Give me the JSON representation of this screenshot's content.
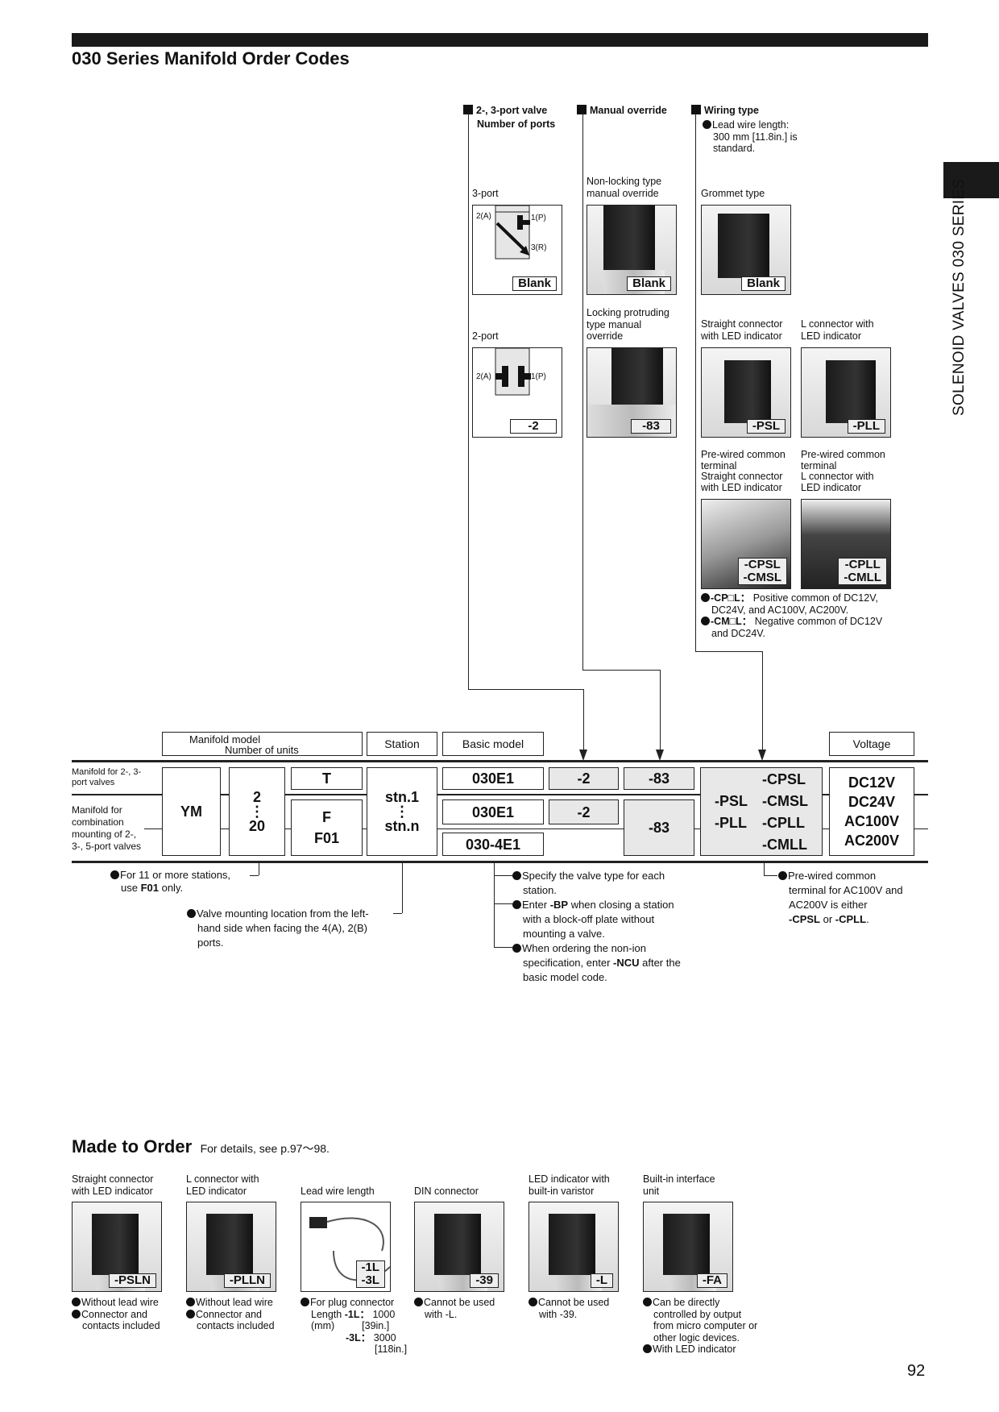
{
  "title": "030 Series Manifold Order Codes",
  "side_tab": "SOLENOID VALVES 030 SERIES",
  "page_number": "92",
  "options": {
    "ports": {
      "heading1": "2-, 3-port valve",
      "heading2": "Number of ports",
      "items": [
        {
          "label": "3-port",
          "code": "Blank",
          "p2": "2(A)",
          "p1": "1(P)",
          "p3": "3(R)"
        },
        {
          "label": "2-port",
          "code": "-2",
          "p2": "2(A)",
          "p1": "1(P)"
        }
      ]
    },
    "override": {
      "heading": "Manual override",
      "items": [
        {
          "label1": "Non-locking type",
          "label2": "manual override",
          "code": "Blank"
        },
        {
          "label1": "Locking protruding",
          "label2": "type manual",
          "label3": "override",
          "code": "-83"
        }
      ]
    },
    "wiring": {
      "heading": "Wiring type",
      "note1": "Lead wire length:",
      "note2": "300 mm [11.8in.] is",
      "note3": "standard.",
      "items": [
        {
          "label1": "Grommet type",
          "code": "Blank"
        },
        {
          "label1": "Straight connector",
          "label2": "with LED indicator",
          "code": "-PSL"
        },
        {
          "label1": "L connector with",
          "label2": "LED indicator",
          "code": "-PLL"
        },
        {
          "label1": "Pre-wired common",
          "label2": "terminal",
          "label3": "Straight connector",
          "label4": "with LED indicator",
          "code1": "-CPSL",
          "code2": "-CMSL"
        },
        {
          "label1": "Pre-wired common",
          "label2": "terminal",
          "label3": "L connector with",
          "label4": "LED indicator",
          "code1": "-CPLL",
          "code2": "-CMLL"
        }
      ],
      "cp_code": "-CP□L：",
      "cp_text1": "Positive common of DC12V,",
      "cp_text2": "DC24V, and AC100V, AC200V.",
      "cm_code": "-CM□L：",
      "cm_text1": "Negative common of DC12V",
      "cm_text2": "and DC24V."
    }
  },
  "order_table": {
    "headers": {
      "manifold_model": "Manifold model",
      "number_of_units": "Number of units",
      "station": "Station",
      "basic_model": "Basic model",
      "voltage": "Voltage"
    },
    "row_labels": {
      "r1a": "Manifold for 2-, 3-",
      "r1b": "port valves",
      "r2a": "Manifold for",
      "r2b": "combination",
      "r2c": "mounting of 2-,",
      "r2d": "3-, 5-port valves"
    },
    "ym": "YM",
    "units": {
      "min": "2",
      "dots": "⋮",
      "max": "20"
    },
    "type_t": "T",
    "type_f": "F",
    "type_f01": "F01",
    "station": {
      "first": "stn.1",
      "dots": "⋮",
      "last": "stn.n"
    },
    "basic": [
      "030E1",
      "030E1",
      "030-4E1"
    ],
    "ports": [
      "-2",
      "-2"
    ],
    "override": [
      "-83",
      "-83"
    ],
    "wiring": {
      "psl": "-PSL",
      "pll": "-PLL",
      "cpsl": "-CPSL",
      "cmsl": "-CMSL",
      "cpll": "-CPLL",
      "cmll": "-CMLL"
    },
    "voltage": [
      "DC12V",
      "DC24V",
      "AC100V",
      "AC200V"
    ]
  },
  "table_notes": {
    "stations": {
      "l1": "For 11 or more stations,",
      "l2a": "use ",
      "l2b": "F01",
      "l2c": " only."
    },
    "mounting": {
      "l1": "Valve mounting location from the left-",
      "l2": "hand side when facing the 4(A), 2(B)",
      "l3": "ports."
    },
    "basic": {
      "a1": "Specify the valve type for each",
      "a2": "station.",
      "b1a": "Enter ",
      "b1b": "-BP",
      "b1c": " when closing a station",
      "b2": "with a block-off plate without",
      "b3": "mounting a valve.",
      "c1": "When ordering the non-ion",
      "c2a": "specification, enter ",
      "c2b": "-NCU",
      "c2c": " after the",
      "c3": "basic model code."
    },
    "voltage": {
      "l1": "Pre-wired common",
      "l2": "terminal for AC100V and",
      "l3": "AC200V is either",
      "l4a": "-CPSL",
      "l4b": " or ",
      "l4c": "-CPLL",
      "l4d": "."
    }
  },
  "made_to_order": {
    "title": "Made to Order",
    "subtitle": "For details, see p.97～98.",
    "items": [
      {
        "l1": "Straight connector",
        "l2": "with LED indicator",
        "code": "-PSLN",
        "n1": "Without lead wire",
        "n2": "Connector and",
        "n3": "contacts included"
      },
      {
        "l1": "L connector with",
        "l2": "LED indicator",
        "code": "-PLLN",
        "n1": "Without lead wire",
        "n2": "Connector and",
        "n3": "contacts included"
      },
      {
        "l2": "Lead wire length",
        "code1": "-1L",
        "code2": "-3L",
        "n1": "For plug connector",
        "len": "Length",
        "c1": "-1L：",
        "v1": "1000",
        "mm": "(mm)",
        "v1b": "[39in.]",
        "c3": "-3L：",
        "v3": "3000",
        "v3b": "[118in.]"
      },
      {
        "l2": "DIN connector",
        "code": "-39",
        "n1": "Cannot be used",
        "n2": "with -L."
      },
      {
        "l1": "LED indicator with",
        "l2": "built-in varistor",
        "code": "-L",
        "n1": "Cannot be used",
        "n2": "with -39."
      },
      {
        "l1": "Built-in interface",
        "l2": "unit",
        "code": "-FA",
        "n1": "Can be directly",
        "n2": "controlled by output",
        "n3": "from micro computer or",
        "n4": "other logic devices.",
        "n5": "With LED indicator"
      }
    ]
  }
}
